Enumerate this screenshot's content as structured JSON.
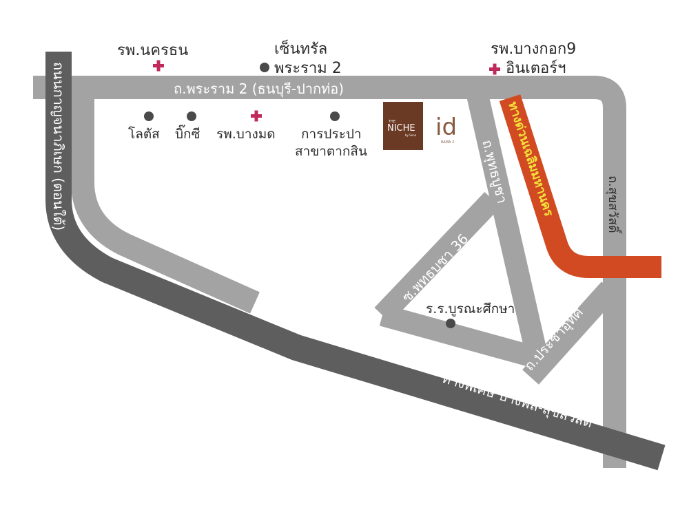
{
  "colors": {
    "road_light": "#a3a3a3",
    "road_dark": "#5e5e5e",
    "expressway": "#d24a22",
    "expressway_text": "#f3e23a",
    "hospital_cross": "#c0295e",
    "poi_dot": "#4a4a4a",
    "niche_brown": "#6b3a24",
    "id_brown": "#8a5a3e",
    "background": "#ffffff"
  },
  "roads": {
    "rama2": "ถ.พระราม 2 (ธนบุรี-ปากท่อ)",
    "outer_ring": "ถนนกาญจนาภิเษก (ตอนใต้)",
    "special_road": "ทางพิเศษ บางพลี-สุขสวัสดิ์",
    "expressway": "ทางด่วนเฉลิมมหานคร",
    "suksawat": "ถ.สุขสวัสดิ์",
    "phutthabucha": "ถ.พุทธบูชา",
    "soi_phutthabucha_36": "ซ.พุทธบูชา 36",
    "pracha_uthit": "ถ.ประชาอุทิศ"
  },
  "landmarks": {
    "nakornthon_hospital": "รพ.นครธน",
    "central_line1": "เซ็นทรัล",
    "central_line2": "พระราม 2",
    "bangkok9_line1": "รพ.บางกอก9",
    "bangkok9_line2": "อินเตอร์ฯ",
    "lotus": "โลตัส",
    "bigc": "บิ๊กซี",
    "bangmod_hospital": "รพ.บางมด",
    "waterworks_line1": "การประปา",
    "waterworks_line2": "สาขาตากสิน",
    "school": "ร.ร.บูรณะศึกษา"
  },
  "icons": {
    "hospital": "hospital-cross-icon",
    "poi": "poi-dot-icon"
  },
  "brand": {
    "niche_small": "THE",
    "niche_name": "NICHE",
    "niche_sub": "by Sena",
    "id_mark": "id",
    "id_sub": "RAMA 2"
  }
}
